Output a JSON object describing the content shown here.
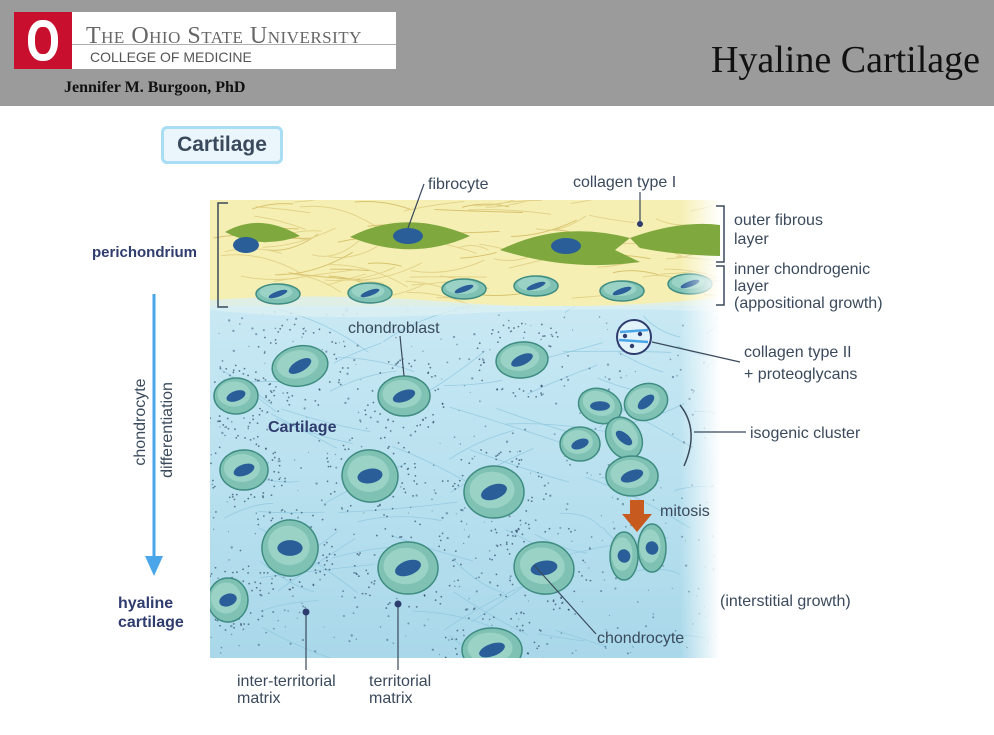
{
  "header": {
    "university": "The Ohio State University",
    "college": "COLLEGE OF MEDICINE",
    "author": "Jennifer M. Burgoon, PhD",
    "title": "Hyaline Cartilage"
  },
  "diagram": {
    "badge": "Cartilage",
    "labels": {
      "fibrocyte": "fibrocyte",
      "collagen_type_1": "collagen type I",
      "outer_fibrous_1": "outer fibrous",
      "outer_fibrous_2": "layer",
      "inner_chondrogenic_1": "inner chondrogenic",
      "inner_chondrogenic_2": "layer",
      "appositional_growth": "(appositional growth)",
      "perichondrium": "perichondrium",
      "chondroblast": "chondroblast",
      "collagen_type_2_1": "collagen type II",
      "collagen_type_2_2": "+ proteoglycans",
      "chondrocyte_differentiation_1": "chondrocyte",
      "chondrocyte_differentiation_2": "differentiation",
      "cartilage_inner": "Cartilage",
      "isogenic_cluster": "isogenic cluster",
      "mitosis": "mitosis",
      "hyaline_cartilage_1": "hyaline",
      "hyaline_cartilage_2": "cartilage",
      "interstitial_growth": "(interstitial growth)",
      "chondrocyte": "chondrocyte",
      "inter_territorial_1": "inter-territorial",
      "inter_territorial_2": "matrix",
      "territorial_1": "territorial",
      "territorial_2": "matrix"
    },
    "colors": {
      "header_band": "#9b9b9b",
      "osu_red": "#c8102e",
      "fibrous_layer": "#f6efb4",
      "matrix": "#bfe3f0",
      "cell_fill": "#7fc2b4",
      "nucleus": "#2a5e98",
      "fibrocyte": "#7fa83e",
      "arrow_blue": "#4aa6e8",
      "mitosis_arrow": "#c75a1e",
      "label_text": "#3a4a5c"
    },
    "icons": [
      "ohio-state-logo-icon",
      "down-arrow-icon",
      "mitosis-arrow-icon"
    ]
  }
}
